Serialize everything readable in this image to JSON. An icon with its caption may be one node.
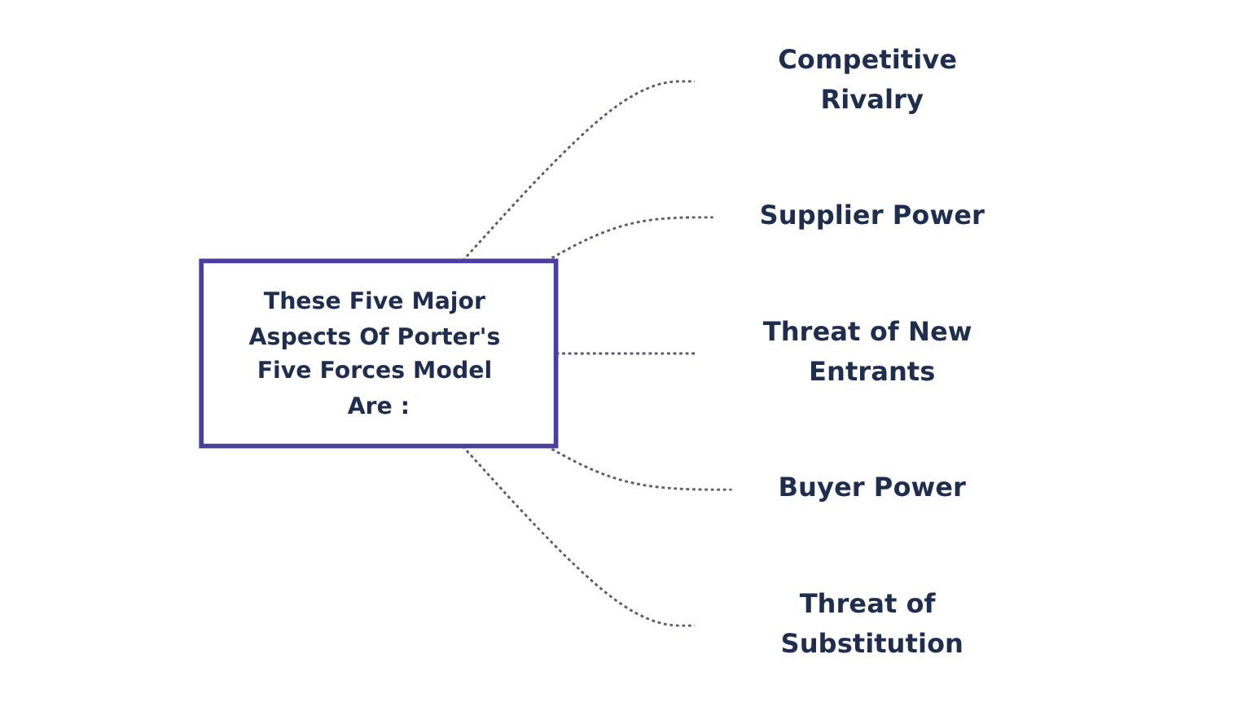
{
  "diagram": {
    "nodes": [
      {
        "text": [
          "These Five Major Aspects Of Porter's Five Forces Model Are :"
        ]
      },
      {
        "text": [
          "Competitive Rivalry"
        ]
      },
      {
        "text": [
          "Supplier Power"
        ]
      },
      {
        "text": [
          "Threat of New Entrants"
        ]
      },
      {
        "text": [
          "Buyer Power"
        ]
      },
      {
        "text": [
          "Threat of Substitution"
        ]
      }
    ],
    "edges": [
      {
        "from": 0,
        "to": 1,
        "arrow": "none",
        "style": "dashed"
      },
      {
        "from": 0,
        "to": 2,
        "arrow": "none",
        "style": "dashed"
      },
      {
        "from": 0,
        "to": 3,
        "arrow": "none",
        "style": "dashed"
      },
      {
        "from": 0,
        "to": 4,
        "arrow": "none",
        "style": "dashed"
      },
      {
        "from": 0,
        "to": 5,
        "arrow": "none",
        "style": "dashed"
      }
    ]
  }
}
